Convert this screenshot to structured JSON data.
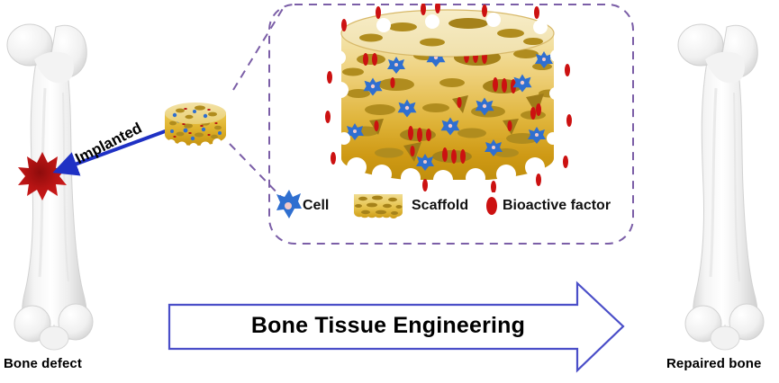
{
  "figure": {
    "type": "scientific-schematic",
    "topic": "Bone Tissue Engineering"
  },
  "labels": {
    "bone_defect": "Bone defect",
    "repaired_bone": "Repaired bone",
    "implanted": "Implanted",
    "process_arrow": "Bone Tissue Engineering"
  },
  "legend": {
    "items": [
      {
        "label": "Cell",
        "icon": "cell-icon",
        "color": "#2f6fd0"
      },
      {
        "label": "Scaffold",
        "icon": "scaffold-icon",
        "color": "#e8c349"
      },
      {
        "label": "Bioactive factor",
        "icon": "bioactive-factor-icon",
        "color": "#cc1111"
      }
    ]
  },
  "colors": {
    "accent_purple": "#7b5ea7",
    "arrow_outline": "#4a4ec8",
    "defect_red": "#b81414",
    "implanted_arrow": "#1f31c4",
    "scaffold_light": "#f5e7b8",
    "scaffold_mid": "#e8c44a",
    "scaffold_deep": "#c8960f",
    "pore": "#b08c1e",
    "cell_blue": "#2f6fd0",
    "factor_red": "#cc1111",
    "bone_white": "#f2f2f2"
  },
  "elements": {
    "bone_left": "femur-with-defect",
    "bone_right": "intact-femur",
    "small_scaffold": "implant-scaffold-construct",
    "magnified_scaffold": "magnified-scaffold-cylinder",
    "magnifier_box": "dashed-callout-box"
  }
}
